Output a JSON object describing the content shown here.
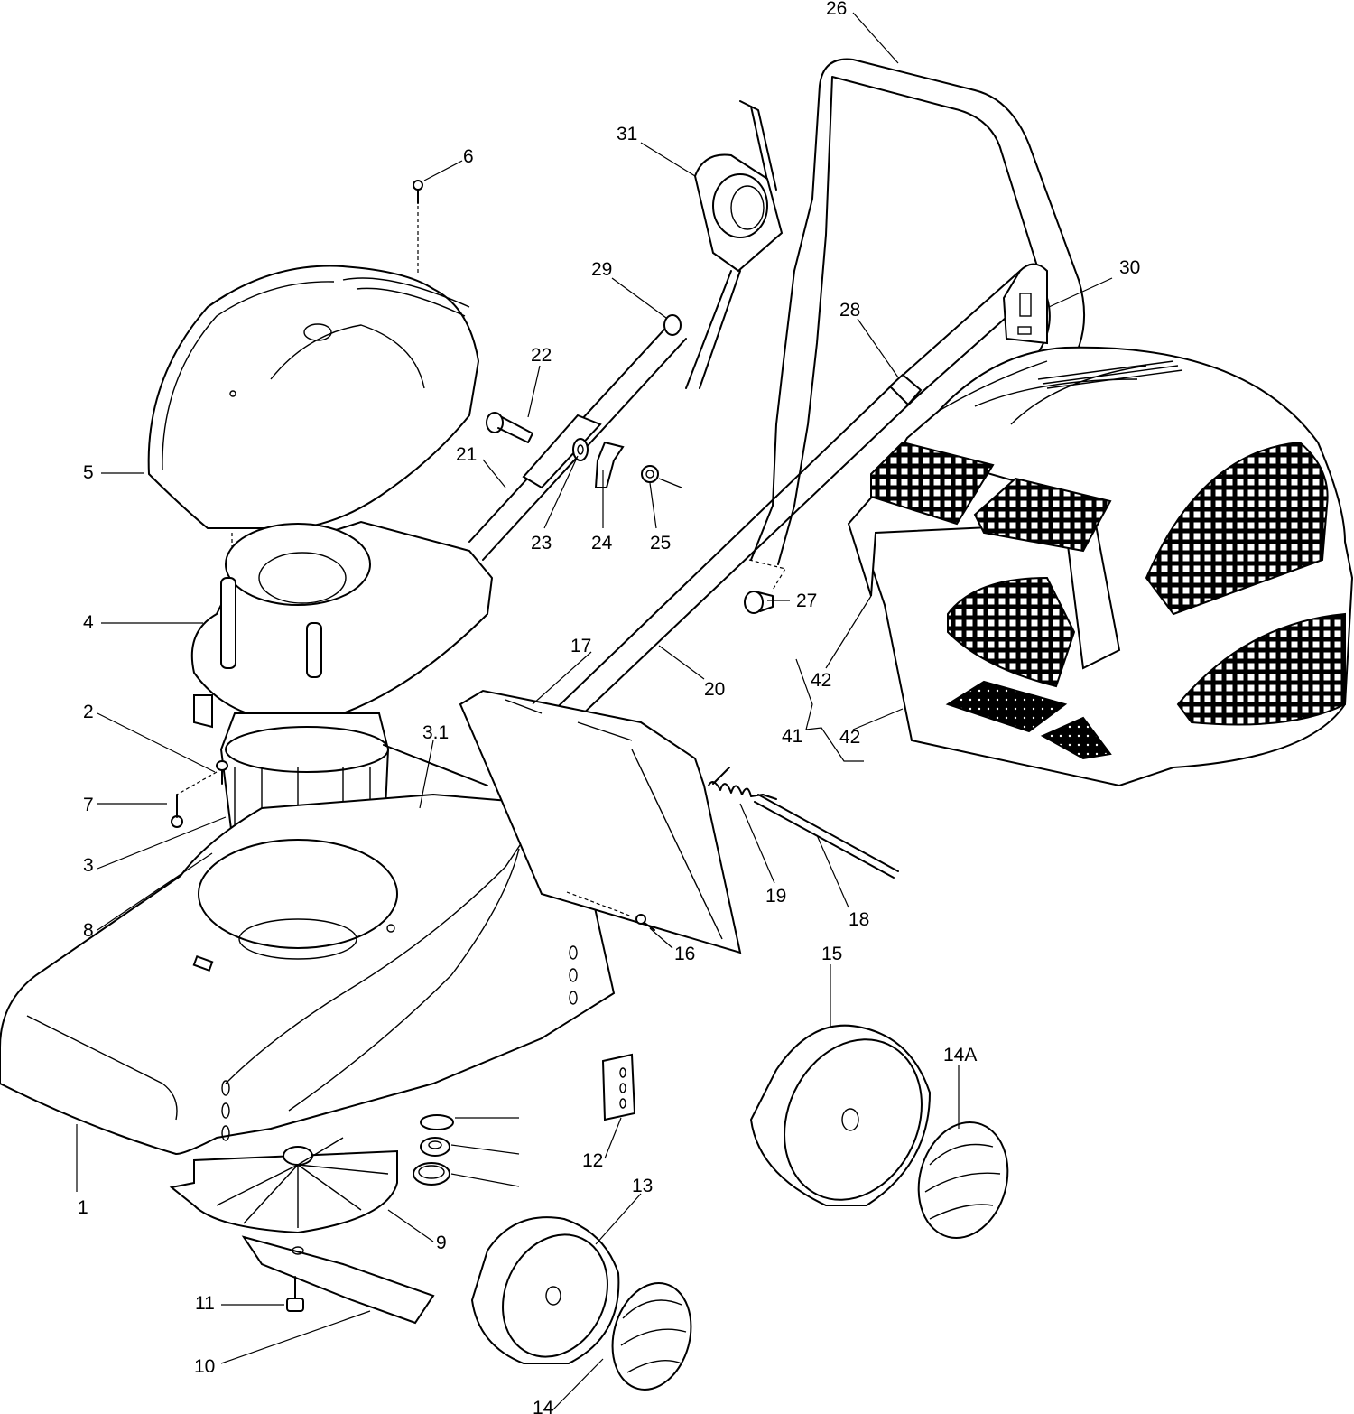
{
  "diagram": {
    "subject": "Electric lawn mower exploded parts view",
    "callouts": {
      "c1": "1",
      "c2": "2",
      "c3": "3",
      "c3_1": "3.1",
      "c4": "4",
      "c5": "5",
      "c6": "6",
      "c7": "7",
      "c8": "8",
      "c9": "9",
      "c10": "10",
      "c11": "11",
      "c12": "12",
      "c13": "13",
      "c14": "14",
      "c14a": "14A",
      "c15": "15",
      "c16": "16",
      "c17": "17",
      "c18": "18",
      "c19": "19",
      "c20": "20",
      "c21": "21",
      "c22": "22",
      "c23": "23",
      "c24": "24",
      "c25": "25",
      "c26": "26",
      "c27": "27",
      "c28": "28",
      "c29": "29",
      "c30": "30",
      "c31": "31",
      "c41": "41",
      "c42a": "42",
      "c42b": "42"
    }
  }
}
